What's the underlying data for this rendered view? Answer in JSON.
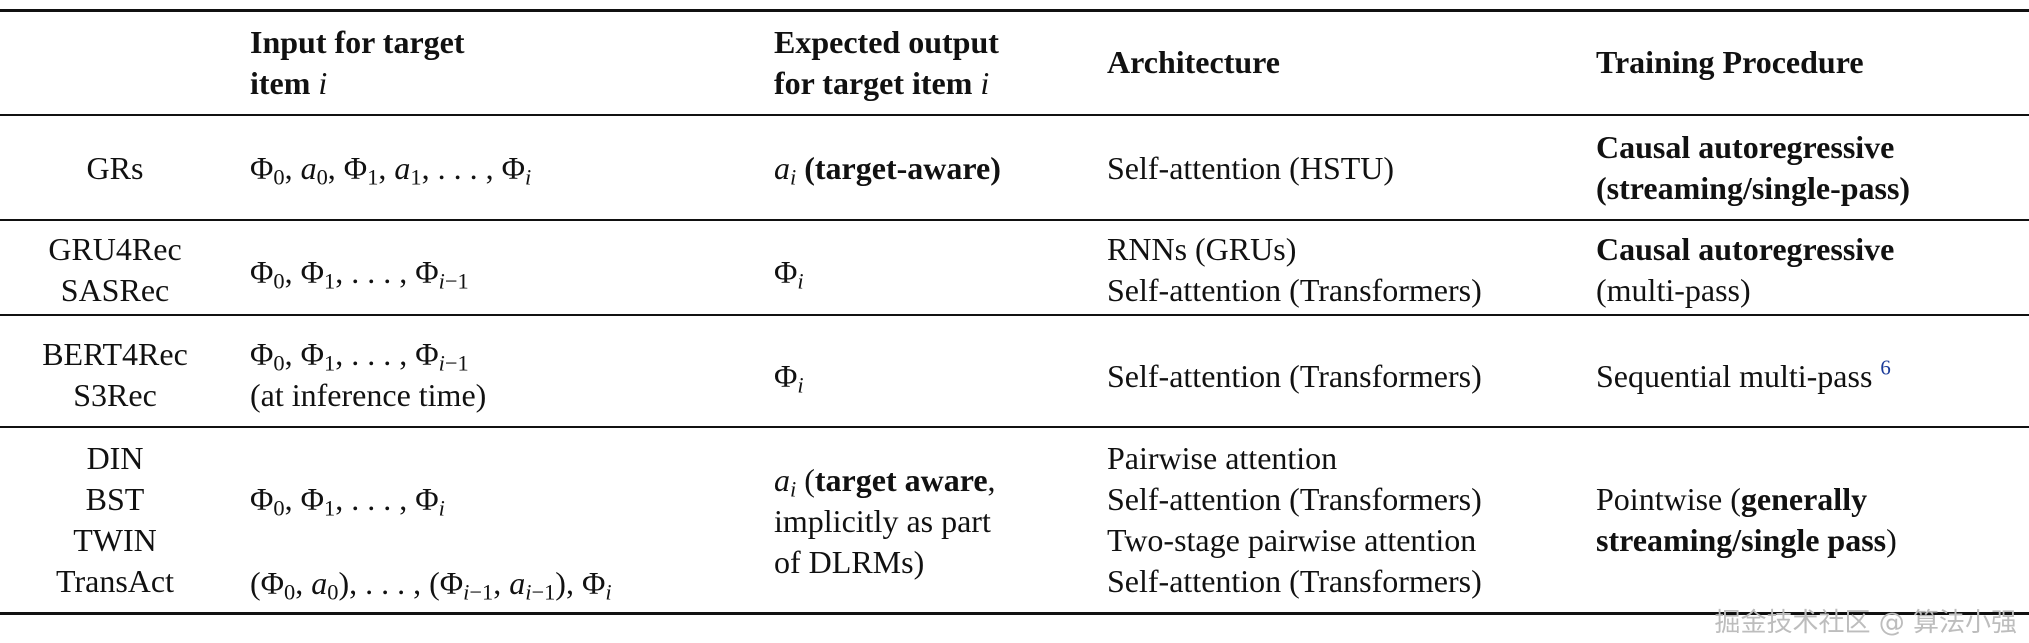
{
  "header": {
    "input_line1": "Input for target",
    "input_line2": "item ",
    "input_var": "i",
    "output_line1": "Expected output",
    "output_line2": "for target item ",
    "output_var": "i",
    "architecture": "Architecture",
    "training": "Training Procedure"
  },
  "rows": [
    {
      "models": [
        "GRs"
      ],
      "input_lines": [
        "Φ0, a0, Φ1, a1, . . . , Φi"
      ],
      "output_math": "ai",
      "output_text": "(target-aware)",
      "architecture": [
        "Self-attention (HSTU)"
      ],
      "training_line1": "Causal autoregressive",
      "training_line2": "(streaming/single-pass)"
    },
    {
      "models": [
        "GRU4Rec",
        "SASRec"
      ],
      "input_lines": [
        "Φ0, Φ1, . . . , Φi−1"
      ],
      "output_math": "Φi",
      "architecture": [
        "RNNs (GRUs)",
        "Self-attention (Transformers)"
      ],
      "training_line1": "Causal autoregressive",
      "training_line2": "(multi-pass)"
    },
    {
      "models": [
        "BERT4Rec",
        "S3Rec"
      ],
      "input_lines": [
        "Φ0, Φ1, . . . , Φi−1",
        "(at inference time)"
      ],
      "output_math": "Φi",
      "architecture": [
        "Self-attention (Transformers)"
      ],
      "training_line1": "Sequential multi-pass",
      "training_footnote": "6"
    },
    {
      "models": [
        "DIN",
        "BST",
        "TWIN",
        "TransAct"
      ],
      "input_lines": [
        "Φ0, Φ1, . . . , Φi",
        "(Φ0, a0), . . . , (Φi−1, ai−1), Φi"
      ],
      "output_math": "ai",
      "output_bold": "target aware",
      "output_rest1": ",",
      "output_line2": "implicitly as part",
      "output_line3": "of DLRMs)",
      "architecture": [
        "Pairwise attention",
        "Self-attention (Transformers)",
        "Two-stage pairwise attention",
        "Self-attention (Transformers)"
      ],
      "training_plain": "Pointwise (",
      "training_bold1": "generally",
      "training_bold2": "streaming/single pass",
      "training_close": ")"
    }
  ],
  "watermark": "掘金技术社区 @ 算法小强"
}
